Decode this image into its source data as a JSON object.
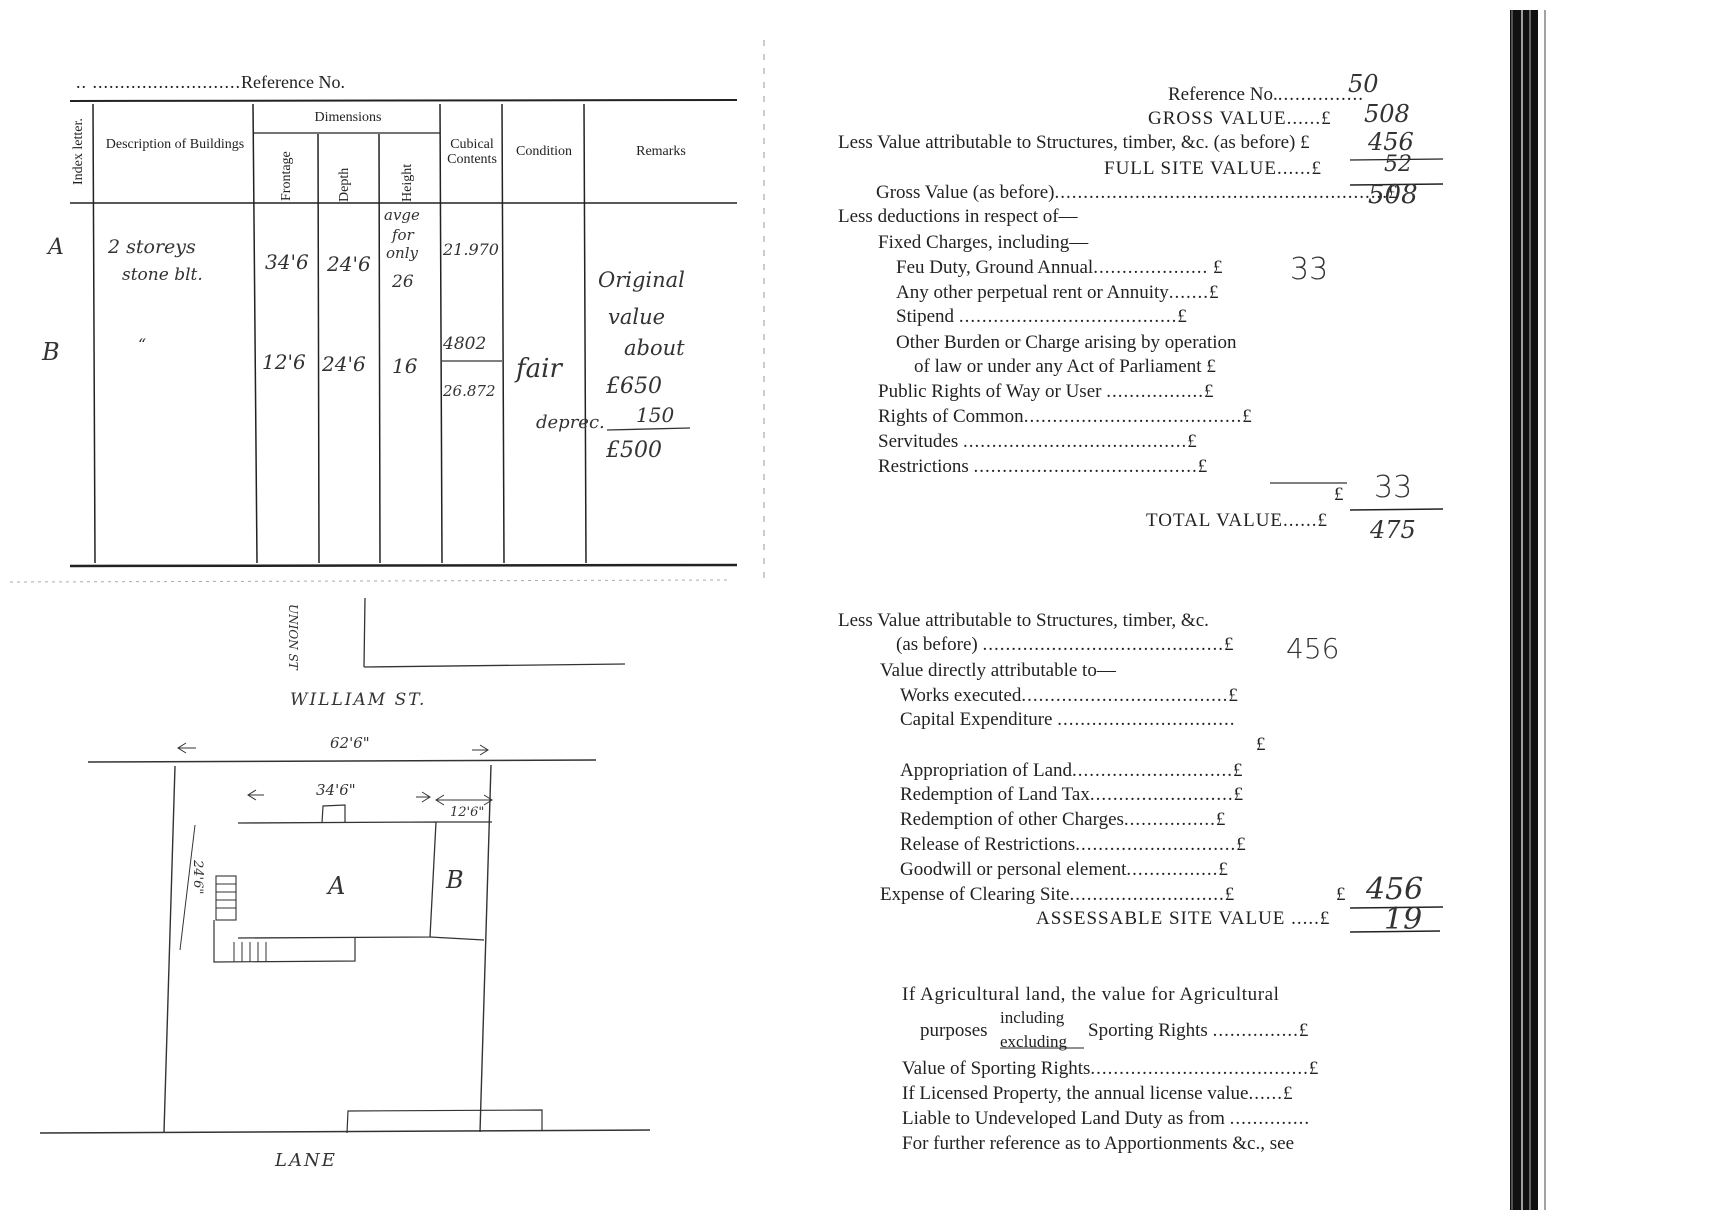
{
  "left": {
    "reference_label": "Reference No.",
    "table": {
      "headers": {
        "index_letter": "Index letter.",
        "description": "Description of Buildings",
        "dimensions": "Dimensions",
        "frontage": "Frontage",
        "depth": "Depth",
        "height": "Height",
        "cubical_contents": "Cubical Contents",
        "condition": "Condition",
        "remarks": "Remarks"
      },
      "rows": [
        {
          "index": "A",
          "description_line1": "2 storeys",
          "description_line2": "stone blt.",
          "frontage": "34'6",
          "depth": "24'6",
          "height_line1": "avge",
          "height_line2": "for",
          "height_line3": "only",
          "height_line4": "26",
          "cubical": "21.970"
        },
        {
          "index": "B",
          "description": "“",
          "frontage": "12'6",
          "depth": "24'6",
          "height": "16",
          "cubical": "4802",
          "cubical_total": "26.872",
          "condition": "fair",
          "condition_note": "deprec."
        }
      ],
      "remarks_lines": [
        "Original",
        "value",
        "about",
        "£650",
        "150",
        "£500"
      ]
    },
    "plan": {
      "street_top": "UNION ST",
      "street_main": "WILLIAM ST.",
      "street_bottom": "LANE",
      "dim_total": "62'6\"",
      "dim_a": "34'6\"",
      "dim_b": "12'6\"",
      "dim_depth": "24'6\"",
      "label_a": "A",
      "label_b": "B"
    }
  },
  "right": {
    "reference": {
      "label": "Reference No.",
      "value": "50"
    },
    "gross_value": {
      "label": "GROSS VALUE",
      "value": "508"
    },
    "less_structures": {
      "label": "Less Value attributable to Structures, timber, &c. (as before) £",
      "value": "456"
    },
    "full_site_value": {
      "label": "FULL SITE VALUE",
      "value": "52"
    },
    "gross_as_before": {
      "label": "Gross Value (as before)",
      "value": "508"
    },
    "less_deductions": "Less deductions in respect of—",
    "fixed_charges": "Fixed Charges, including—",
    "feu_duty": {
      "label": "Feu Duty, Ground Annual",
      "value": "33"
    },
    "perpetual_rent": "Any other perpetual rent or Annuity",
    "stipend": "Stipend",
    "other_burden_1": "Other Burden or Charge arising by operation",
    "other_burden_2": "of law or under any Act of Parliament",
    "public_rights": "Public Rights of Way or User",
    "rights_common": "Rights of Common",
    "servitudes": "Servitudes",
    "restrictions": "Restrictions",
    "deductions_total": "33",
    "total_value": {
      "label": "TOTAL VALUE",
      "value": "475"
    },
    "less_structures_2_line1": "Less Value attributable to Structures, timber, &c.",
    "less_structures_2_line2": {
      "label": "(as before)",
      "value": "456"
    },
    "value_directly": "Value directly attributable to—",
    "works_executed": "Works executed",
    "capital_expenditure": "Capital Expenditure",
    "appropriation": "Appropriation of Land",
    "redemption_tax": "Redemption of Land Tax",
    "redemption_other": "Redemption of other Charges",
    "release": "Release of Restrictions",
    "goodwill": "Goodwill or personal element",
    "clearing": {
      "label": "Expense of Clearing Site",
      "value": "456"
    },
    "assessable": {
      "label": "ASSESSABLE SITE VALUE",
      "value": "19"
    },
    "agri_1": "If Agricultural land, the value for Agricultural",
    "agri_2_pre": "purposes",
    "agri_including": "including",
    "agri_excluding": "excluding",
    "agri_2_post": "Sporting Rights",
    "sporting": "Value of Sporting Rights",
    "licensed": "If Licensed Property, the annual license value",
    "undeveloped": "Liable to Undeveloped Land Duty as from",
    "further": "For further reference as to Apportionments &c., see",
    "pound": "£"
  }
}
